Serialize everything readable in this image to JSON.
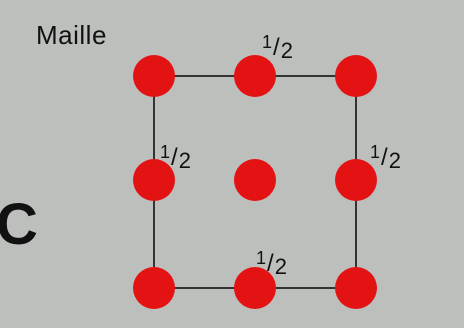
{
  "title": "Maille",
  "edge_glyph": "C",
  "cell_border_color": "#333333",
  "atom_color": "#e41313",
  "fraction_labels": [
    {
      "id": "top",
      "num": "1",
      "den": "2"
    },
    {
      "id": "left",
      "num": "1",
      "den": "2"
    },
    {
      "id": "right",
      "num": "1",
      "den": "2"
    },
    {
      "id": "bottom",
      "num": "1",
      "den": "2"
    }
  ],
  "atoms": [
    {
      "id": "corner-top-left",
      "role": "corner"
    },
    {
      "id": "edge-top",
      "role": "edge"
    },
    {
      "id": "corner-top-right",
      "role": "corner"
    },
    {
      "id": "edge-left",
      "role": "edge"
    },
    {
      "id": "center",
      "role": "center"
    },
    {
      "id": "edge-right",
      "role": "edge"
    },
    {
      "id": "corner-bottom-left",
      "role": "corner"
    },
    {
      "id": "edge-bottom",
      "role": "edge"
    },
    {
      "id": "corner-bottom-right",
      "role": "corner"
    }
  ]
}
